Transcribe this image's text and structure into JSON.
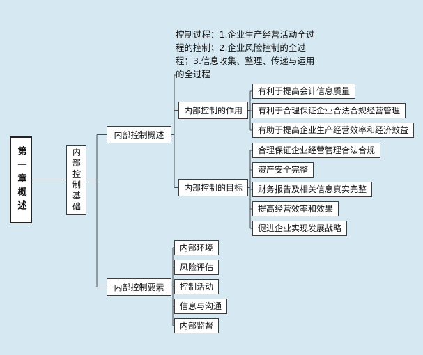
{
  "colors": {
    "background": "#d6e9f2",
    "node_background": "#ffffff",
    "node_border": "#3c3c3c",
    "connector_line": "#4a4a4a",
    "text": "#111111"
  },
  "root": {
    "label": "第一章概述"
  },
  "level2": {
    "label": "内部控制基础"
  },
  "branches": {
    "overview": {
      "label": "内部控制概述",
      "note": "控制过程：1.企业生产经营活动全过程的控制；2.企业风险控制的全过程；3.信息收集、整理、传递与运用的全过程",
      "children": {
        "role": {
          "label": "内部控制的作用",
          "items": [
            "有利于提高会计信息质量",
            "有利于合理保证企业合法合规经营管理",
            "有助于提高企业生产经营效率和经济效益"
          ]
        },
        "goal": {
          "label": "内部控制的目标",
          "items": [
            "合理保证企业经营管理合法合规",
            "资产安全完整",
            "财务报告及相关信息真实完整",
            "提高经营效率和效果",
            "促进企业实现发展战略"
          ]
        }
      }
    },
    "elements": {
      "label": "内部控制要素",
      "items": [
        "内部环境",
        "风险评估",
        "控制活动",
        "信息与沟通",
        "内部监督"
      ]
    }
  }
}
